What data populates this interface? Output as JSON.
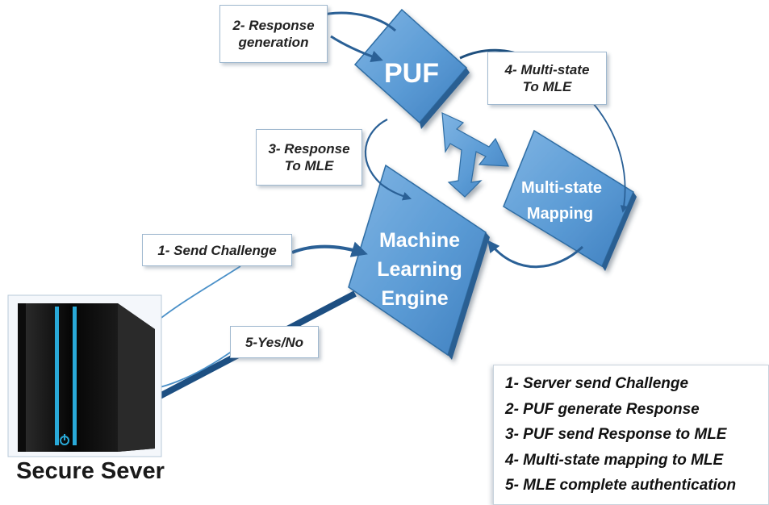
{
  "steps": {
    "s1": "1- Send Challenge",
    "s2": [
      "2- Response",
      "generation"
    ],
    "s3": [
      "3- Response",
      "To MLE"
    ],
    "s4": [
      "4- Multi-state",
      "To MLE"
    ],
    "s5": "5-Yes/No"
  },
  "blocks": {
    "puf": "PUF",
    "mle": [
      "Machine",
      "Learning",
      "Engine"
    ],
    "msm": [
      "Multi-state",
      "Mapping"
    ]
  },
  "server": {
    "label": "Secure Sever"
  },
  "legend": {
    "items": [
      "1- Server send Challenge",
      "2- PUF generate Response",
      "3- PUF send Response to MLE",
      "4- Multi-state mapping to MLE",
      "5- MLE complete authentication"
    ]
  },
  "colors": {
    "block_fill": "#5b9bd5",
    "block_dark": "#2e6da4",
    "arrow": "#2a6096",
    "arrow_light": "#4a90c8",
    "server_body": "#111111",
    "server_led": "#29a9d8"
  }
}
